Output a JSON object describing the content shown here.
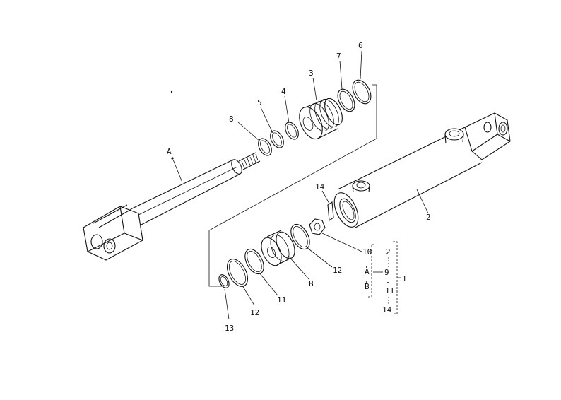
{
  "callouts": {
    "A": "A",
    "B": "B",
    "c1": "1",
    "c2": "2",
    "c3": "3",
    "c4": "4",
    "c5": "5",
    "c6": "6",
    "c7": "7",
    "c8": "8",
    "c10": "10",
    "c11": "11",
    "c12a": "12",
    "c12b": "12",
    "c13": "13",
    "c14": "14"
  },
  "legend": {
    "inner": [
      "10",
      "A",
      "B"
    ],
    "inner_total": "9",
    "outer": [
      "2",
      "9",
      "11",
      "14"
    ],
    "outer_total": "1"
  }
}
